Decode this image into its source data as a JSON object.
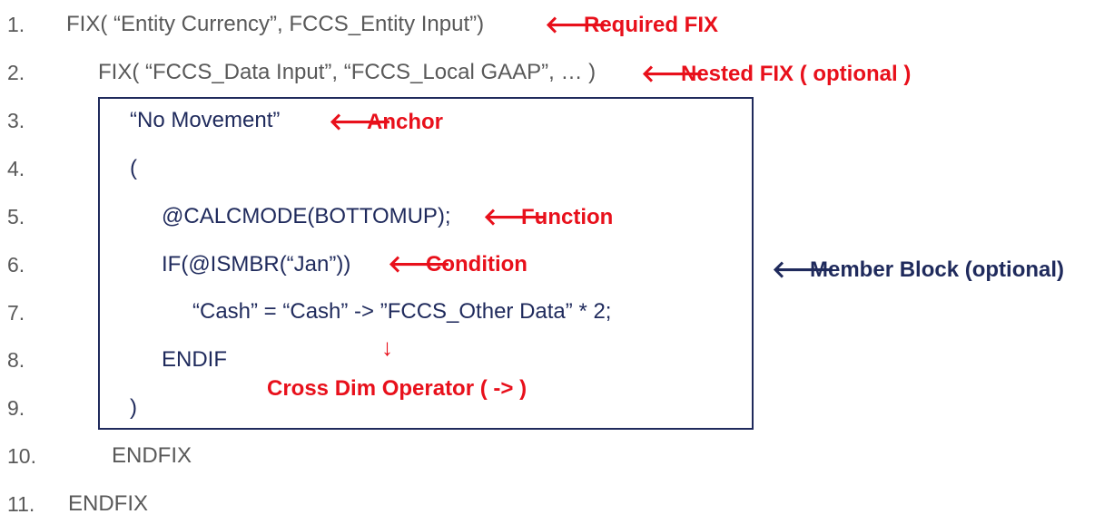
{
  "lines": [
    {
      "num": "1.",
      "text": "FIX( “Entity Currency”, FCCS_Entity Input”)"
    },
    {
      "num": "2.",
      "text": "FIX( “FCCS_Data Input”, “FCCS_Local GAAP”, … )"
    },
    {
      "num": "3.",
      "text": "“No Movement”"
    },
    {
      "num": "4.",
      "text": "("
    },
    {
      "num": "5.",
      "text": "@CALCMODE(BOTTOMUP);"
    },
    {
      "num": "6.",
      "text": "IF(@ISMBR(“Jan”))"
    },
    {
      "num": "7.",
      "text": "“Cash” = “Cash” -> ”FCCS_Other Data” * 2;"
    },
    {
      "num": "8.",
      "text": "ENDIF"
    },
    {
      "num": "9.",
      "text": ")"
    },
    {
      "num": "10.",
      "text": "ENDFIX"
    },
    {
      "num": "11.",
      "text": "ENDFIX"
    }
  ],
  "annotations": {
    "required_fix": "Required FIX",
    "nested_fix": "Nested FIX ( optional )",
    "anchor": "Anchor",
    "function": "Function",
    "condition": "Condition",
    "member_block": "Member Block (optional)",
    "cross_dim": "Cross Dim Operator ( -> )"
  },
  "arrows": {
    "left": "🡐",
    "down": "↓"
  },
  "colors": {
    "annotation": "#e8101b",
    "code_navy": "#1f2a5c",
    "code_grey": "#595959"
  }
}
